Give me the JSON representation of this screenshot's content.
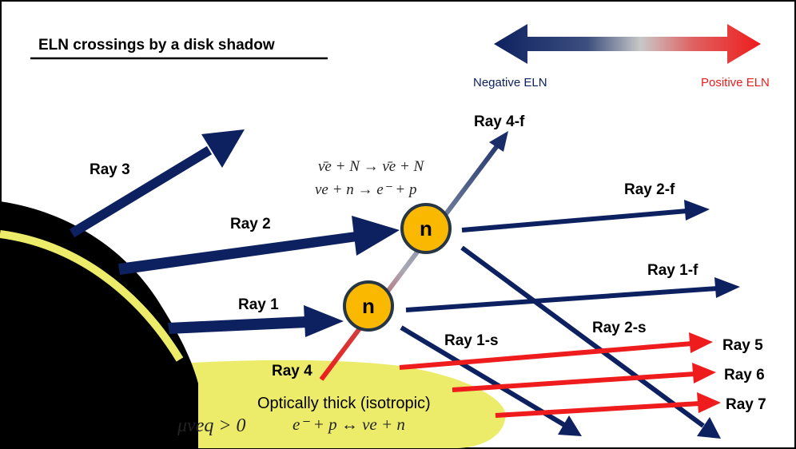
{
  "title": "ELN crossings by a disk shadow",
  "legend": {
    "negative_label": "Negative ELN",
    "positive_label": "Positive ELN",
    "negative_color": "#0d2160",
    "positive_color": "#ee1c1c"
  },
  "rays": {
    "ray3": "Ray 3",
    "ray2": "Ray 2",
    "ray1": "Ray 1",
    "ray4": "Ray 4",
    "ray4f": "Ray 4-f",
    "ray2f": "Ray 2-f",
    "ray1f": "Ray 1-f",
    "ray2s": "Ray 2-s",
    "ray1s": "Ray 1-s",
    "ray5": "Ray 5",
    "ray6": "Ray 6",
    "ray7": "Ray 7"
  },
  "neutron_label": "n",
  "reactions": {
    "line1": "ν̄e + N → ν̄e + N",
    "line2": "νe + n → e⁻ + p"
  },
  "region": {
    "label": "Optically thick (isotropic)",
    "reaction": "e⁻ + p ↔ νe + n",
    "mu": "μνeq > 0"
  }
}
